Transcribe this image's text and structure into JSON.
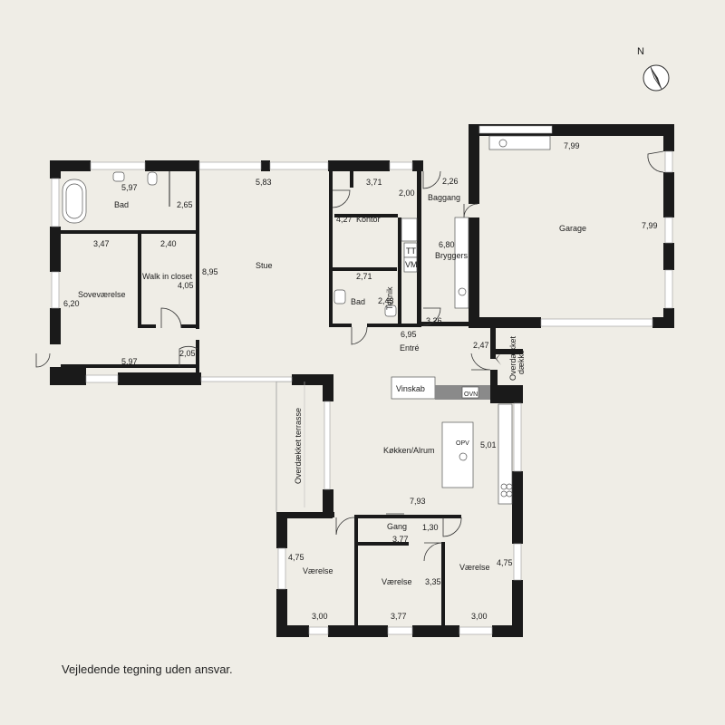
{
  "compass": {
    "label": "N"
  },
  "disclaimer": "Vejledende tegning uden ansvar.",
  "rooms": {
    "bad1": "Bad",
    "walk_in_closet": "Walk in closet",
    "stue": "Stue",
    "kontor": "Kontor",
    "baggang": "Baggang",
    "bryggers": "Bryggers",
    "garage": "Garage",
    "sovevaerelse": "Soveværelse",
    "bad2": "Bad",
    "teknik": "Teknik",
    "tt": "TT",
    "vm": "VM",
    "entre": "Entré",
    "overdaekket_1": "Overdækket",
    "overdaekket_2": "dække",
    "vinskab": "Vinskab",
    "ovn": "OVN",
    "koekken": "Køkken/Alrum",
    "opv": "OPV",
    "overdaekket_terrasse": "Overdækket terrasse",
    "gang": "Gang",
    "vaerelse1": "Værelse",
    "vaerelse2": "Værelse",
    "vaerelse3": "Værelse"
  },
  "dimensions": {
    "bad1_w": "5,97",
    "bad1_h": "2,65",
    "stue_w": "5,83",
    "kontor_w": "3,71",
    "kontor_h": "2,00",
    "kontor_d": "4,27",
    "baggang_w": "2,26",
    "garage_w": "7,99",
    "garage_h": "7,99",
    "sove_top": "3,47",
    "walk_w": "2,40",
    "walk_h": "4,05",
    "stue_h": "8,95",
    "bryggers_h": "6,80",
    "bad2_w": "2,71",
    "bad2_h": "2,43",
    "sove_h": "6,20",
    "bryggers_b": "3,26",
    "entre_w": "6,95",
    "hall_w": "2,05",
    "sove_w": "5,97",
    "entre_small": "2,47",
    "koekken_h": "5,01",
    "koekken_w": "7,93",
    "gang_w": "1,30",
    "gang_l": "3,77",
    "vaer1_h": "4,75",
    "vaer2_h": "3,35",
    "vaer3_h": "4,75",
    "vaer1_w": "3,00",
    "vaer2_w": "3,77",
    "vaer3_w": "3,00"
  }
}
